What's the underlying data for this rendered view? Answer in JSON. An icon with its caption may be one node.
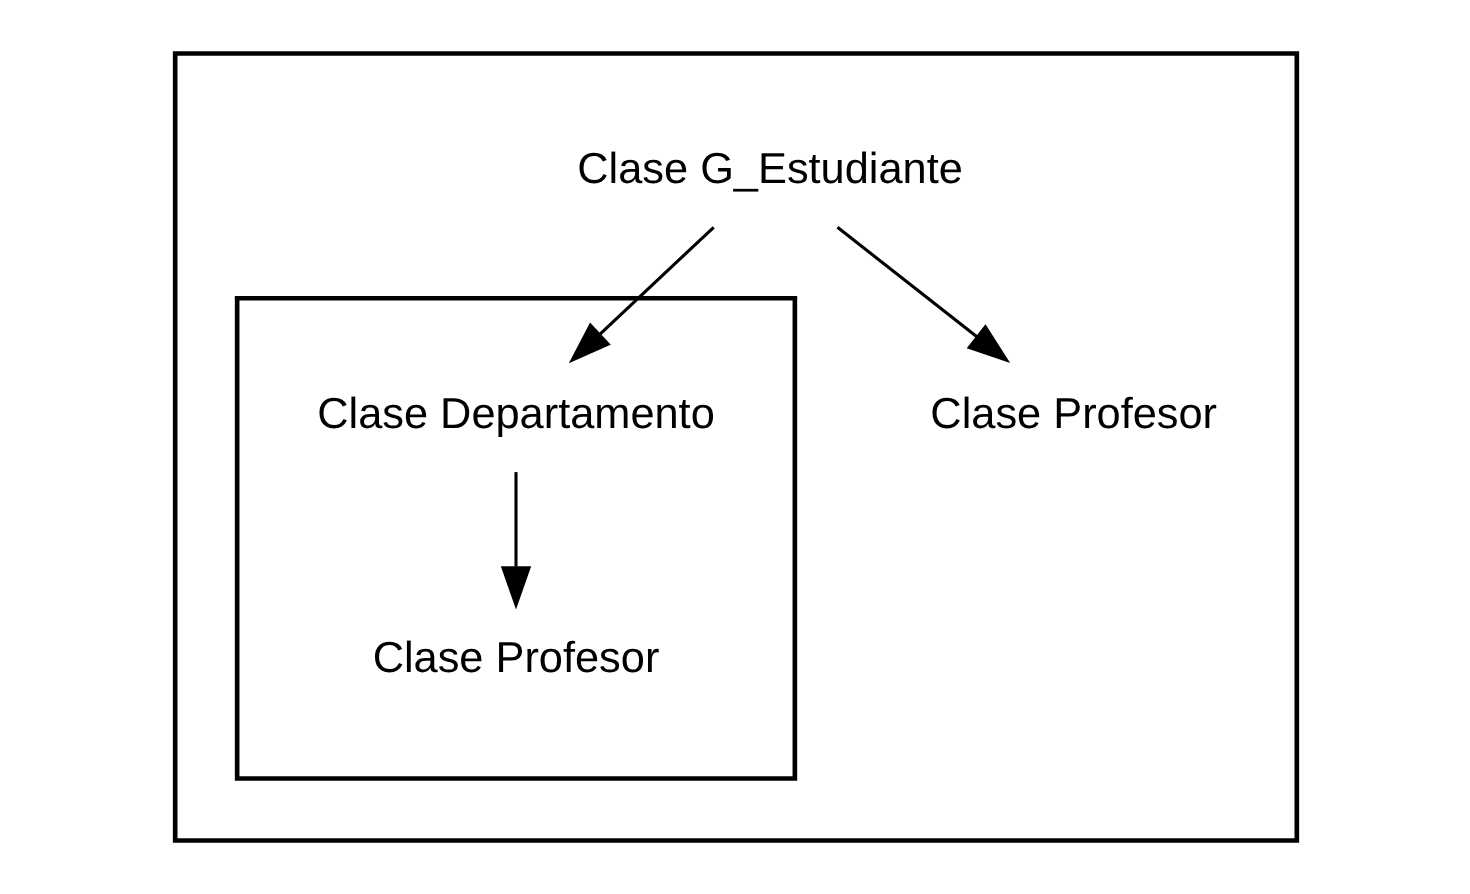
{
  "diagram": {
    "nodes": [
      {
        "text": [],
        "shape": "box"
      },
      {
        "text": [
          "Clase G_Estudiante"
        ],
        "in": 0
      },
      {
        "text": [],
        "shape": "box",
        "in": 0
      },
      {
        "text": [
          "Clase Departamento"
        ],
        "in": 2
      },
      {
        "text": [
          "Clase Profesor"
        ],
        "in": 2
      },
      {
        "text": [
          "Clase Profesor"
        ],
        "in": 0
      }
    ],
    "edges": [
      {
        "from": 1,
        "to": 3,
        "arrow": "to"
      },
      {
        "from": 1,
        "to": 5,
        "arrow": "to"
      },
      {
        "from": 3,
        "to": 4,
        "arrow": "to"
      }
    ]
  }
}
